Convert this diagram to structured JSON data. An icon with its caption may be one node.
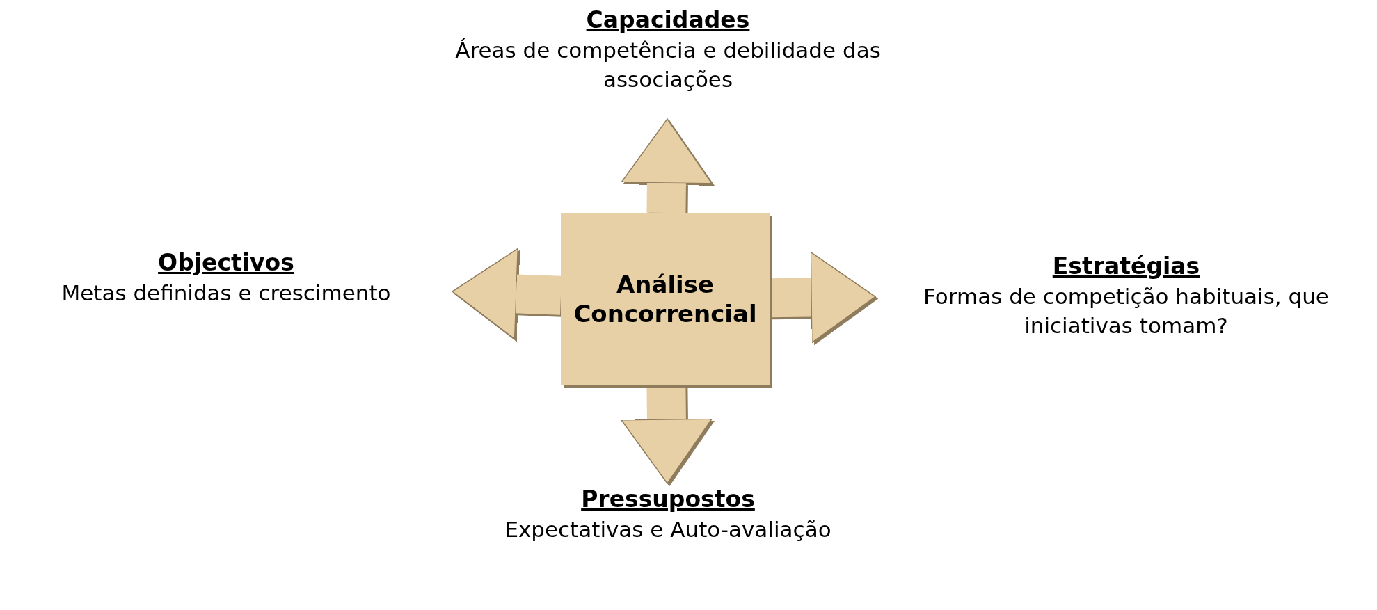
{
  "diagram": {
    "nodes": [
      {
        "text": [
          "Análise Concorrencial"
        ]
      },
      {
        "text": [
          "Capacidades",
          "Áreas de competência e debilidade das associações"
        ]
      },
      {
        "text": [
          "Objectivos",
          "Metas definidas e crescimento"
        ]
      },
      {
        "text": [
          "Estratégias",
          "Formas de competição habituais, que iniciativas tomam?"
        ]
      },
      {
        "text": [
          "Pressupostos",
          "Expectativas e Auto-avaliação"
        ]
      }
    ],
    "edges": [
      {
        "from": 0,
        "to": 1,
        "arrow": "to"
      },
      {
        "from": 0,
        "to": 2,
        "arrow": "to"
      },
      {
        "from": 0,
        "to": 3,
        "arrow": "to"
      },
      {
        "from": 0,
        "to": 4,
        "arrow": "to"
      }
    ]
  }
}
